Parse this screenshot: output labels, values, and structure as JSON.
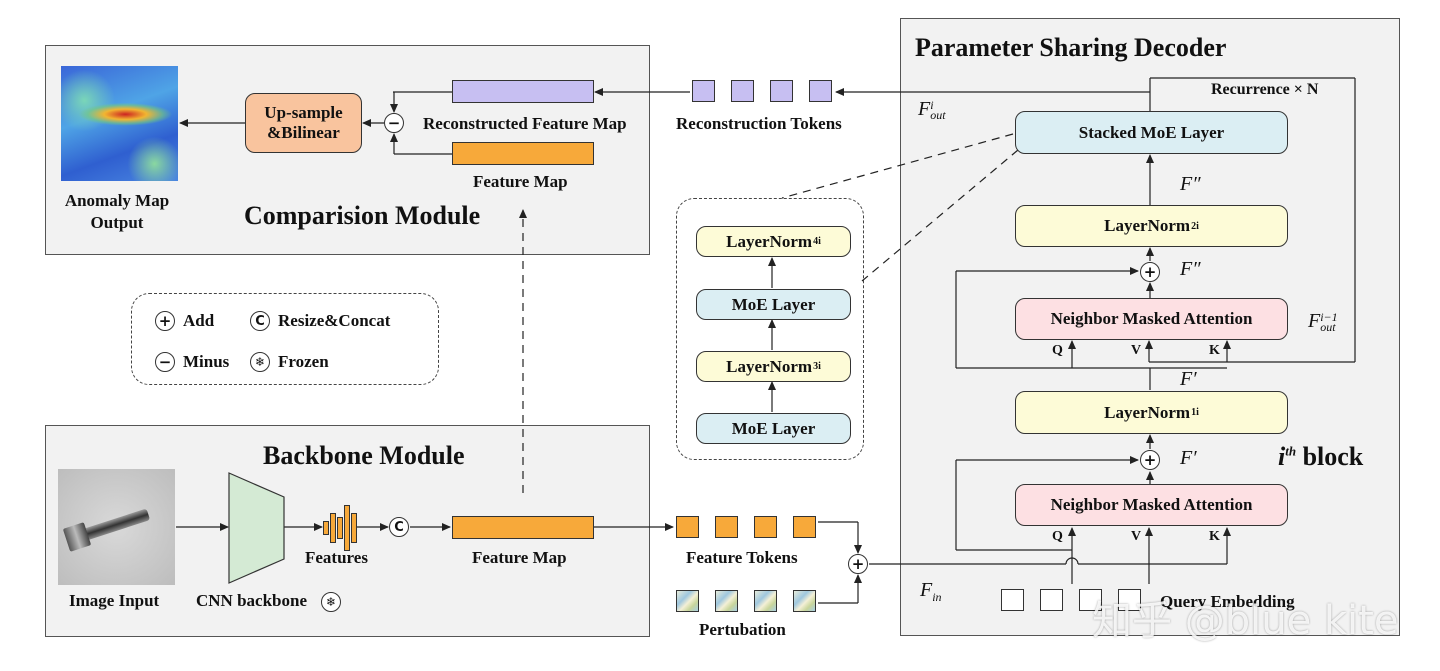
{
  "comparison": {
    "title": "Comparision Module",
    "upsample": "Up-sample &Bilinear",
    "reconstructed_label": "Reconstructed Feature Map",
    "feature_map_label": "Feature Map",
    "anomaly_label": "Anomaly Map Output"
  },
  "legend": {
    "add": "Add",
    "minus": "Minus",
    "concat": "Resize&Concat",
    "frozen": "Frozen",
    "add_symbol": "+",
    "minus_symbol": "−",
    "concat_symbol": "C",
    "frozen_symbol": "❄"
  },
  "backbone": {
    "title": "Backbone Module",
    "image_input": "Image Input",
    "cnn": "CNN backbone",
    "features": "Features",
    "feature_map": "Feature Map",
    "frozen_symbol": "❄",
    "concat_symbol": "C"
  },
  "tokens": {
    "reconstruction": "Reconstruction Tokens",
    "feature": "Feature Tokens",
    "perturbation": "Pertubation"
  },
  "moe_inset": {
    "ln4": "LayerNorm",
    "ln4_sup": "4",
    "ln4_sub": "i",
    "moe1": "MoE Layer",
    "ln3": "LayerNorm",
    "ln3_sup": "3",
    "ln3_sub": "i",
    "moe2": "MoE Layer"
  },
  "decoder": {
    "title": "Parameter Sharing Decoder",
    "recurrence": "Recurrence × N",
    "stacked_moe": "Stacked MoE Layer",
    "ln2": "LayerNorm",
    "ln2_sup": "2",
    "ln2_sub": "i",
    "nma_top": "Neighbor Masked Attention",
    "ln1": "LayerNorm",
    "ln1_sup": "1",
    "ln1_sub": "i",
    "nma_bottom": "Neighbor Masked Attention",
    "block_label": "i",
    "block_sup": "th",
    "block_word": "block",
    "query_embedding": "Query Embedding",
    "q": "Q",
    "v": "V",
    "k": "K",
    "f_out_i": "F",
    "f_out_i_sup": "i",
    "f_out_i_sub": "out",
    "f_out_prev": "F",
    "f_out_prev_sup": "i−1",
    "f_out_prev_sub": "out",
    "f_double": "F″",
    "f_prime": "F′",
    "f_in": "F",
    "f_in_sub": "in"
  },
  "watermark": "知乎 @blue kite"
}
